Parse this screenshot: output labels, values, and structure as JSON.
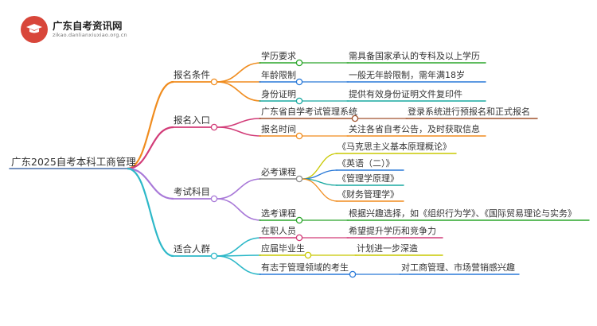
{
  "logo": {
    "title": "广东自考资讯网",
    "url": "zikao.danlianxiuxiao.org.cn"
  },
  "mindmap": {
    "root": "广东2025自考本科工商管理",
    "branches": [
      {
        "label": "报名条件",
        "color": "#f08c1e",
        "children": [
          {
            "label": "学历要求",
            "color": "#2aa52a",
            "leaf": "需具备国家承认的专科及以上学历"
          },
          {
            "label": "年龄限制",
            "color": "#2979d8",
            "leaf": "一般无年龄限制，需年满18岁"
          },
          {
            "label": "身份证明",
            "color": "#18a8a0",
            "leaf": "提供有效身份证明文件复印件"
          }
        ]
      },
      {
        "label": "报名入口",
        "color": "#d23c78",
        "children": [
          {
            "label": "广东省自学考试管理系统",
            "color": "#a0522d",
            "leaf": "登录系统进行预报名和正式报名"
          },
          {
            "label": "报名时间",
            "color": "#f08c1e",
            "leaf": "关注各省自考公告，及时获取信息"
          }
        ]
      },
      {
        "label": "考试科目",
        "color": "#a878d8",
        "children": [
          {
            "label": "必考课程",
            "color": "#8a8a8a",
            "subs": [
              {
                "label": "《马克思主义基本原理概论》",
                "color": "#c8c800"
              },
              {
                "label": "《英语（二）》",
                "color": "#2979d8"
              },
              {
                "label": "《管理学原理》",
                "color": "#18a8a0"
              },
              {
                "label": "《财务管理学》",
                "color": "#f08c1e"
              }
            ]
          },
          {
            "label": "选考课程",
            "color": "#2aa52a",
            "leaf": "根据兴趣选择，如《组织行为学》、《国际贸易理论与实务》"
          }
        ]
      },
      {
        "label": "适合人群",
        "color": "#2db8c8",
        "children": [
          {
            "label": "在职人员",
            "color": "#d23c78",
            "leaf": "希望提升学历和竞争力"
          },
          {
            "label": "应届毕业生",
            "color": "#c8c800",
            "leaf": "计划进一步深造"
          },
          {
            "label": "有志于管理领域的考生",
            "color": "#2979d8",
            "leaf": "对工商管理、市场营销感兴趣"
          }
        ]
      }
    ]
  }
}
